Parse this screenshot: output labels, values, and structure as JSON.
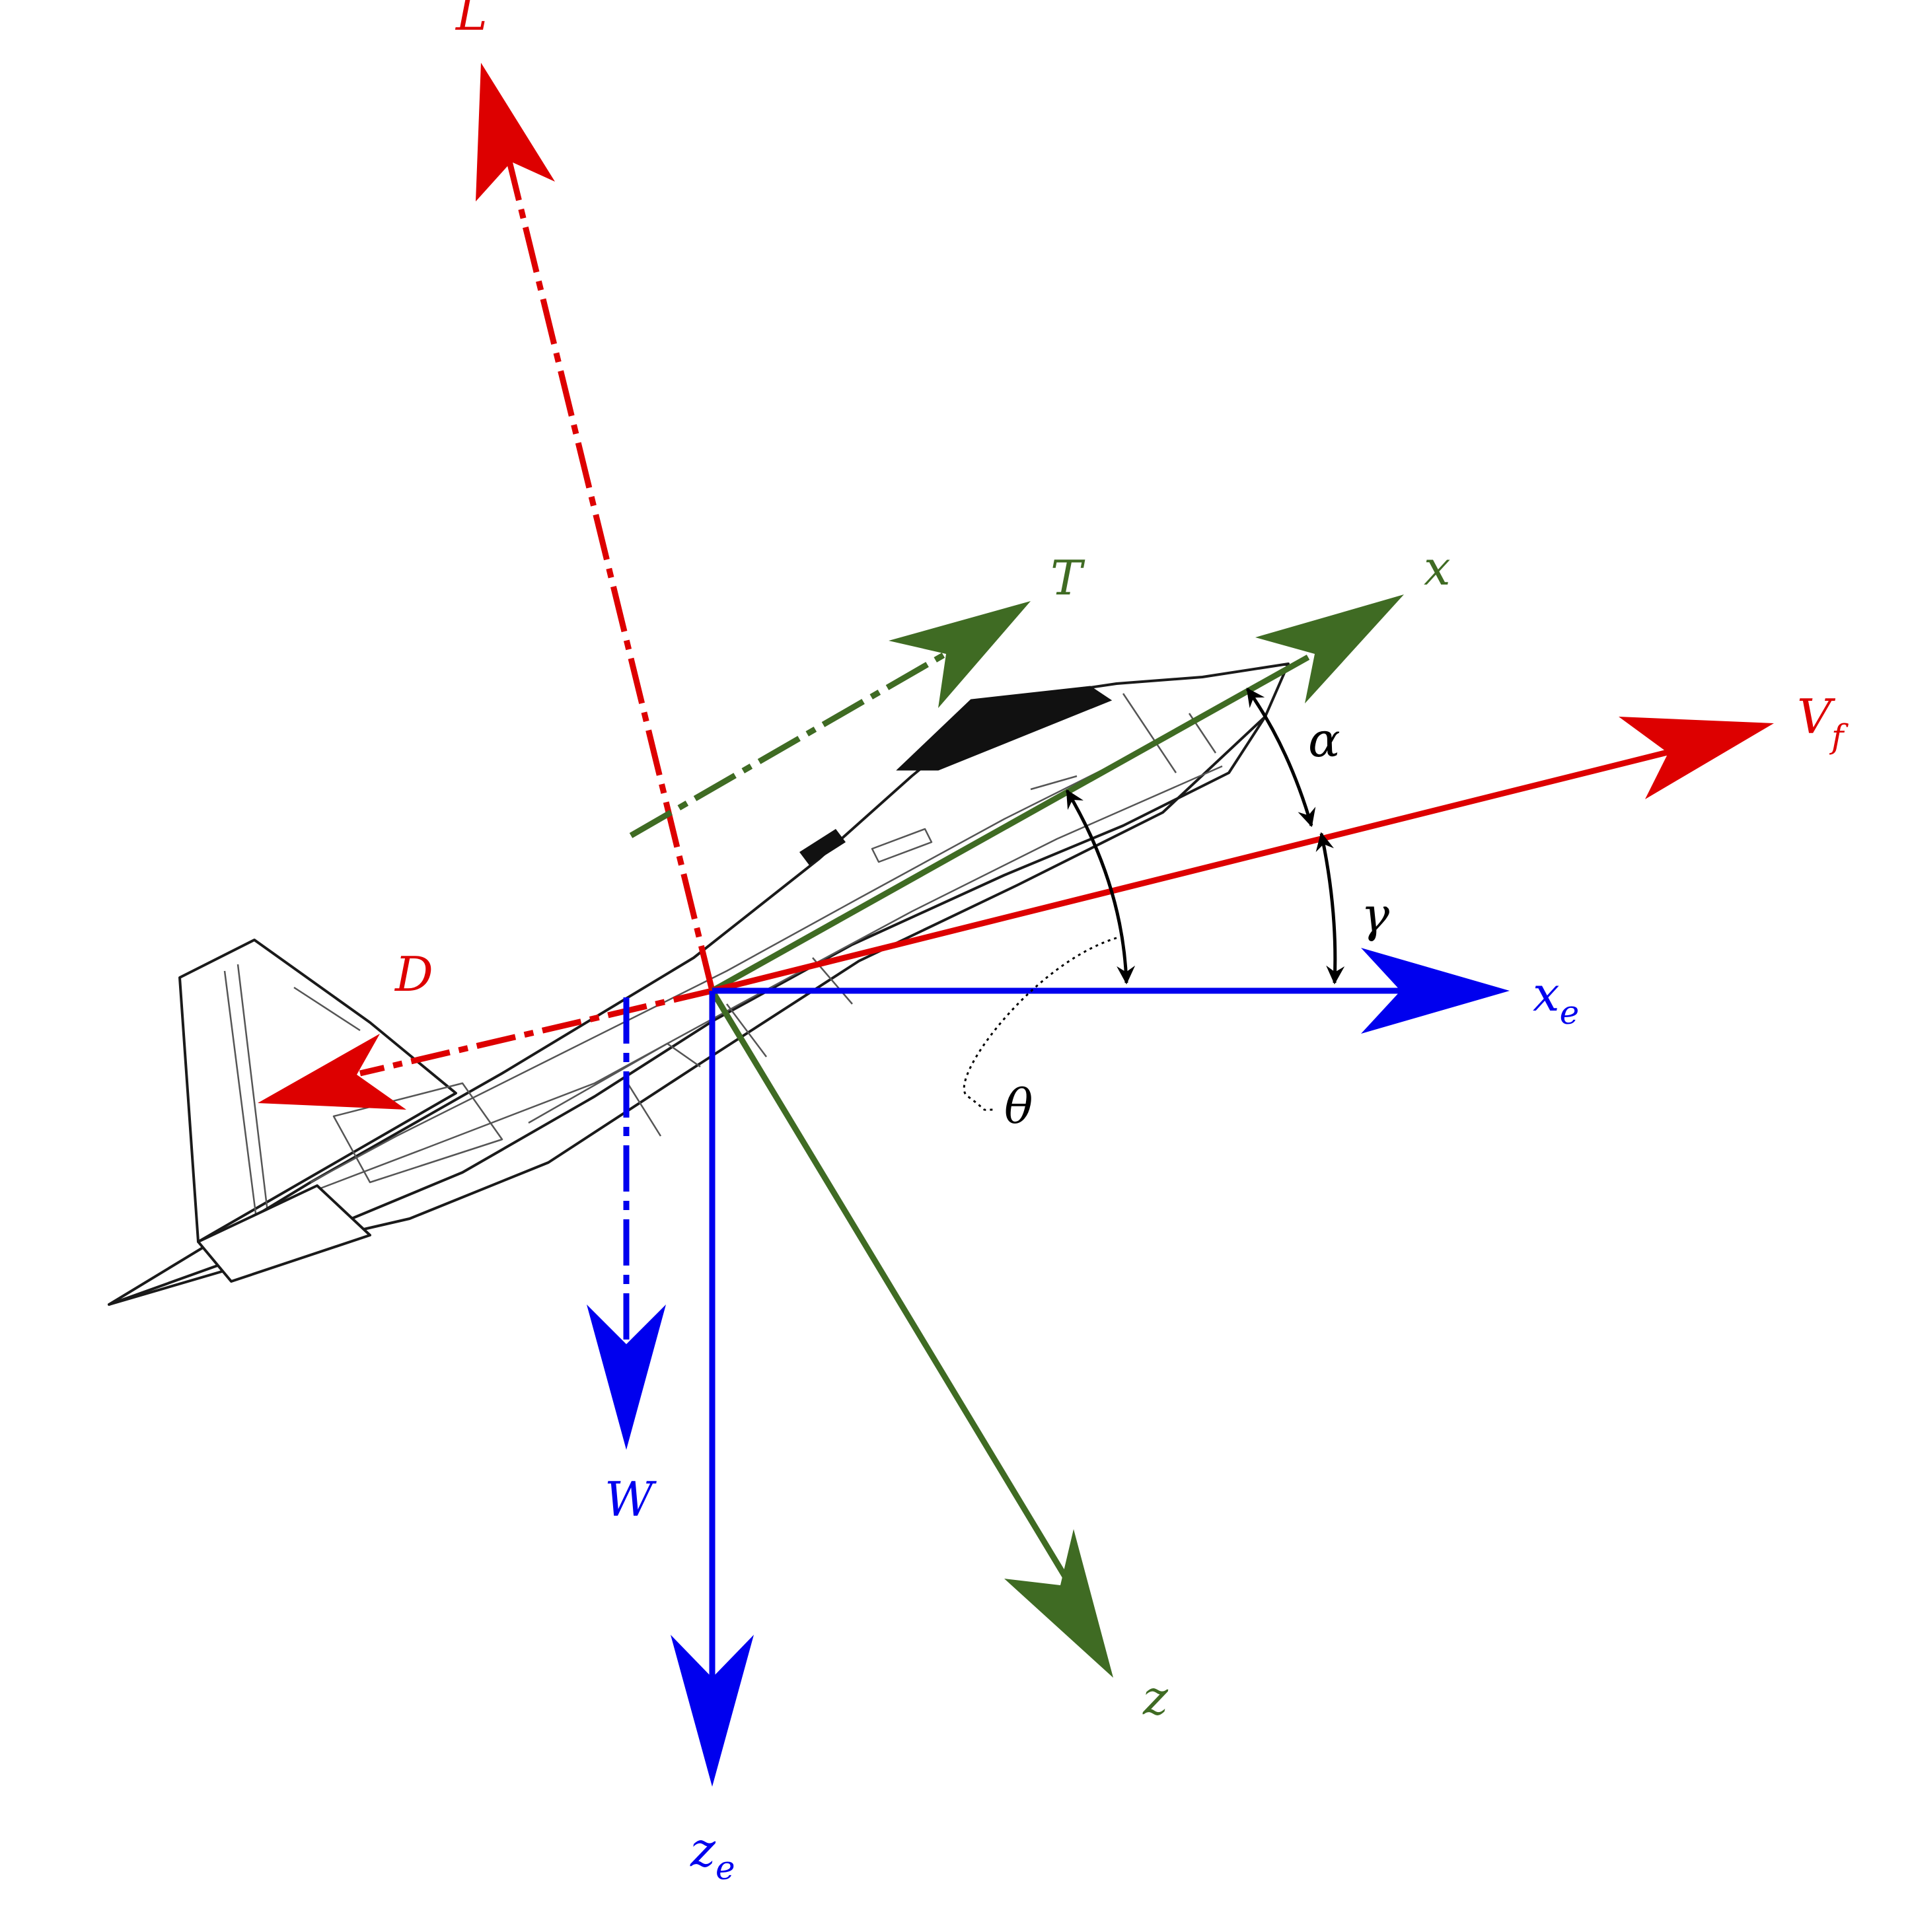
{
  "colors": {
    "earth": "#0000ee",
    "body": "#3f6b23",
    "force_red": "#dd0000",
    "angle": "#000000",
    "aircraft_outline": "#1a1a1a"
  },
  "labels": {
    "lift": "L",
    "drag": "D",
    "thrust": "T",
    "weight": "W",
    "body_x": "x",
    "body_z": "z",
    "velocity_main": "V",
    "velocity_sub": "f",
    "earth_x_main": "x",
    "earth_x_sub": "e",
    "earth_z_main": "z",
    "earth_z_sub": "e",
    "alpha": "α",
    "gamma": "γ",
    "theta": "θ"
  },
  "icons": {
    "aircraft": "fighter-jet-side-view-icon"
  }
}
